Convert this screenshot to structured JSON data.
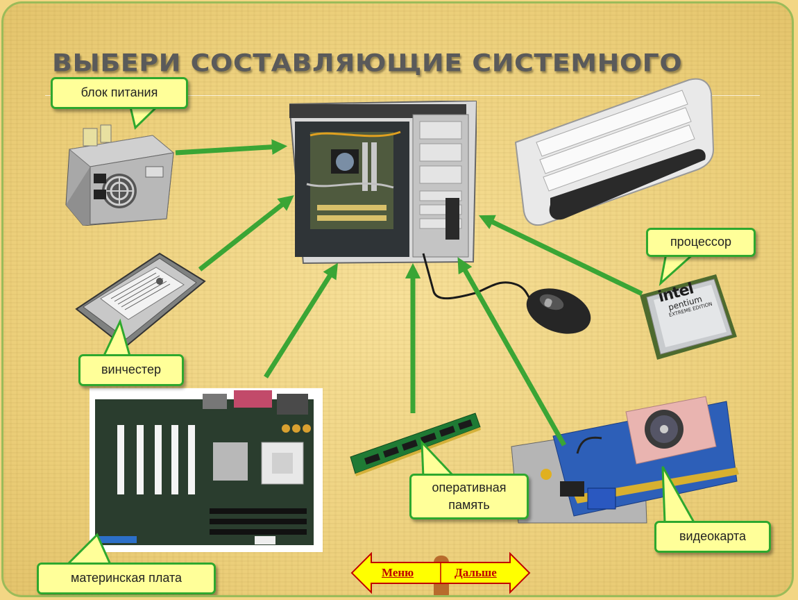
{
  "slide": {
    "title": "Выбери составляющие системного блока:",
    "colors": {
      "arrow": "#3aa535",
      "callout_fill": "#ffff99",
      "callout_border": "#2ea82e",
      "frame": "#9bbb59",
      "nav_arrow": "#ffff00",
      "nav_text": "#c00000"
    }
  },
  "callouts": {
    "power_supply": "блок питания",
    "hard_drive": "винчестер",
    "motherboard": "материнская плата",
    "ram": "оперативная память",
    "video_card": "видеокарта",
    "cpu": "процессор"
  },
  "cpu_chip": {
    "brand": "intel",
    "model": "pentium",
    "edition": "EXTREME EDITION"
  },
  "navigation": {
    "menu": "Меню",
    "next": "Дальше"
  }
}
